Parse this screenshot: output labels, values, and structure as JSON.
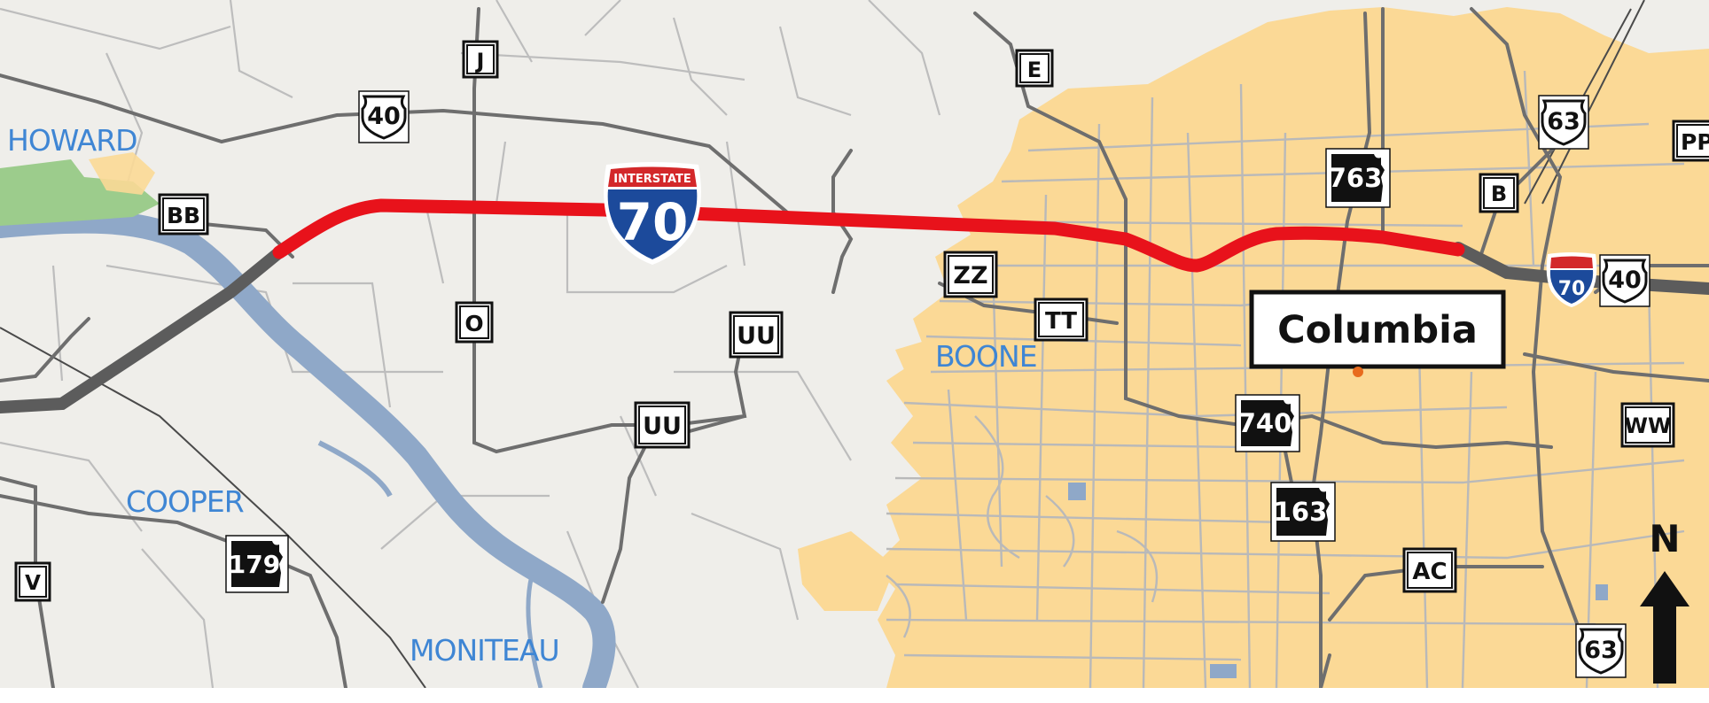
{
  "colors": {
    "background": "#efeeea",
    "urban": "#fbd996",
    "street": "#b9b9b9",
    "road": "#6e6e6e",
    "river": "#8fa8c8",
    "park": "#9ccc8c",
    "project_corridor": "#e8121b",
    "interstate": "#5c5c5c",
    "county_label": "#3f86d4",
    "interstate_blue": "#1c4a9b",
    "interstate_red": "#d3282a"
  },
  "counties": [
    {
      "id": "howard",
      "name": "HOWARD"
    },
    {
      "id": "cooper",
      "name": "COOPER"
    },
    {
      "id": "moniteau",
      "name": "MONITEAU"
    },
    {
      "id": "boone",
      "name": "BOONE"
    }
  ],
  "city": {
    "name": "Columbia"
  },
  "interstate_banner": {
    "label": "INTERSTATE",
    "number": "70"
  },
  "route_shields": [
    {
      "id": "j",
      "type": "county",
      "label": "J"
    },
    {
      "id": "e",
      "type": "county",
      "label": "E"
    },
    {
      "id": "bb",
      "type": "county",
      "label": "BB"
    },
    {
      "id": "o",
      "type": "county",
      "label": "O"
    },
    {
      "id": "uu1",
      "type": "county",
      "label": "UU"
    },
    {
      "id": "uu2",
      "type": "county",
      "label": "UU"
    },
    {
      "id": "zz",
      "type": "county",
      "label": "ZZ"
    },
    {
      "id": "tt",
      "type": "county",
      "label": "TT"
    },
    {
      "id": "b",
      "type": "county",
      "label": "B"
    },
    {
      "id": "pp",
      "type": "county",
      "label": "PP"
    },
    {
      "id": "ww",
      "type": "county",
      "label": "WW"
    },
    {
      "id": "ac",
      "type": "county",
      "label": "AC"
    },
    {
      "id": "v",
      "type": "county",
      "label": "V"
    },
    {
      "id": "us40a",
      "type": "us",
      "label": "40"
    },
    {
      "id": "us40b",
      "type": "us",
      "label": "40"
    },
    {
      "id": "us63a",
      "type": "us",
      "label": "63"
    },
    {
      "id": "us63b",
      "type": "us",
      "label": "63"
    },
    {
      "id": "mo763",
      "type": "state",
      "label": "763"
    },
    {
      "id": "mo740",
      "type": "state",
      "label": "740"
    },
    {
      "id": "mo163",
      "type": "state",
      "label": "163"
    },
    {
      "id": "mo179",
      "type": "state",
      "label": "179"
    },
    {
      "id": "i70small",
      "type": "interstate-small",
      "label": "70"
    }
  ],
  "compass": {
    "label": "N"
  }
}
